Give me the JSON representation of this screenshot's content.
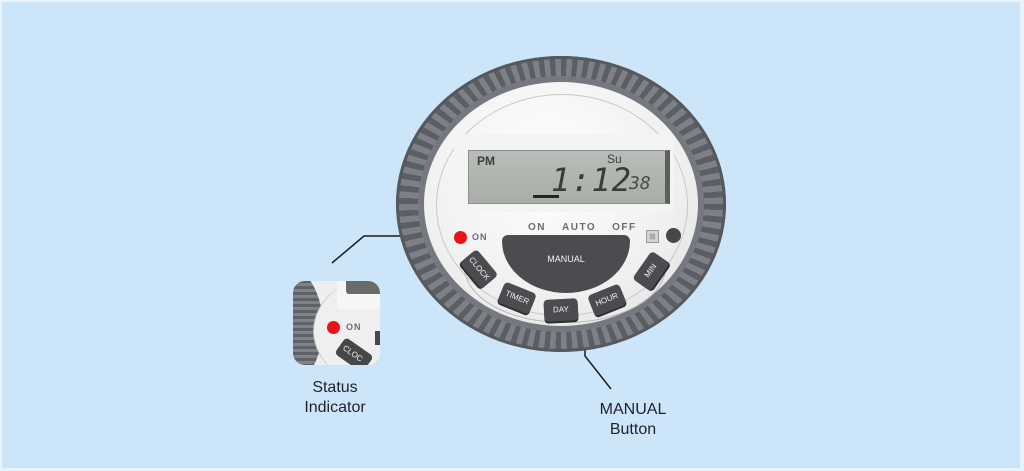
{
  "device": {
    "lcd": {
      "meridiem": "PM",
      "day": "Su",
      "time": "1:12",
      "seconds": "38"
    },
    "mode_labels": [
      "ON",
      "AUTO",
      "OFF"
    ],
    "status_led_label": "ON",
    "buttons": {
      "manual": "MANUAL",
      "clock": "CLOCK",
      "timer": "TIMER",
      "day": "DAY",
      "hour": "HOUR",
      "min": "MIN"
    },
    "battery_icon": "⊠"
  },
  "inset": {
    "led_label": "ON",
    "key_label": "CLOC"
  },
  "callouts": [
    {
      "line1": "Status",
      "line2": "Indicator"
    },
    {
      "line1": "MANUAL",
      "line2": "Button"
    }
  ],
  "colors": {
    "background": "#cde5f8",
    "led_red": "#e8141a",
    "button_dark": "#4a4c4f",
    "bezel_gray": "#6b6f74"
  }
}
